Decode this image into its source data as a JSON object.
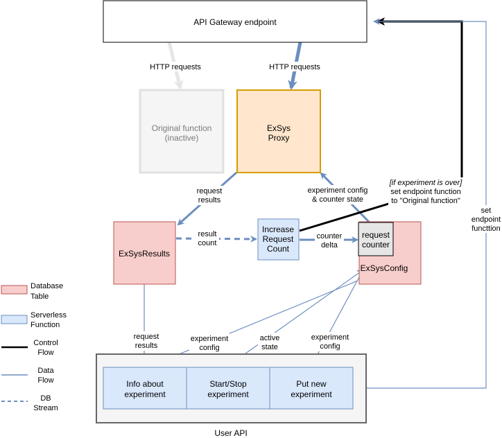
{
  "colors": {
    "blue_edge": "#6c8ebf",
    "blue_fill": "#dae8fc",
    "red_edge": "#b85450",
    "red_fill": "#f8cecc",
    "orange_edge": "#d79b00",
    "orange_fill": "#ffe6cc",
    "gray_edge": "#e0e0e0",
    "gray_fill": "#f5f5f5",
    "user_api_fill": "#f5f5f5",
    "user_api_edge": "#666666"
  },
  "nodes": {
    "api_gateway": "API Gateway endpoint",
    "original_function": [
      "Original function",
      "(inactive)"
    ],
    "exsys_proxy": [
      "ExSys",
      "Proxy"
    ],
    "exsys_results": "ExSysResults",
    "increase_request_count": [
      "Increase",
      "Request",
      "Count"
    ],
    "request_counter": [
      "request",
      "counter"
    ],
    "exsys_config": "ExSysConfig",
    "info_about_experiment": [
      "Info about",
      "experiment"
    ],
    "start_stop_experiment": [
      "Start/Stop",
      "experiment"
    ],
    "put_new_experiment": [
      "Put new",
      "experiment"
    ],
    "user_api": "User API"
  },
  "edge_labels": {
    "http_original": "HTTP requests",
    "http_proxy": "HTTP requests",
    "proxy_to_results": [
      "request",
      "results"
    ],
    "results_to_increase": [
      "result",
      "count"
    ],
    "increase_to_counter": [
      "counter",
      "delta"
    ],
    "config_to_proxy": [
      "experiment config",
      "& counter state"
    ],
    "experiment_over": [
      "[if experiment is over]",
      "set endpoint function",
      "to \"Original function\""
    ],
    "set_endpoint": [
      "set",
      "endpoint",
      "functtion"
    ],
    "results_to_info": [
      "request",
      "results"
    ],
    "config_to_info": [
      "experiment",
      "config"
    ],
    "start_stop_to_config": [
      "active",
      "state"
    ],
    "put_to_config": [
      "experiment",
      "config"
    ]
  },
  "legend": {
    "database_table": [
      "Database",
      "Table"
    ],
    "serverless_function": [
      "Serverless",
      "Function"
    ],
    "control_flow": [
      "Control",
      "Flow"
    ],
    "data_flow": [
      "Data",
      "Flow"
    ],
    "db_stream": [
      "DB",
      "Stream"
    ]
  }
}
